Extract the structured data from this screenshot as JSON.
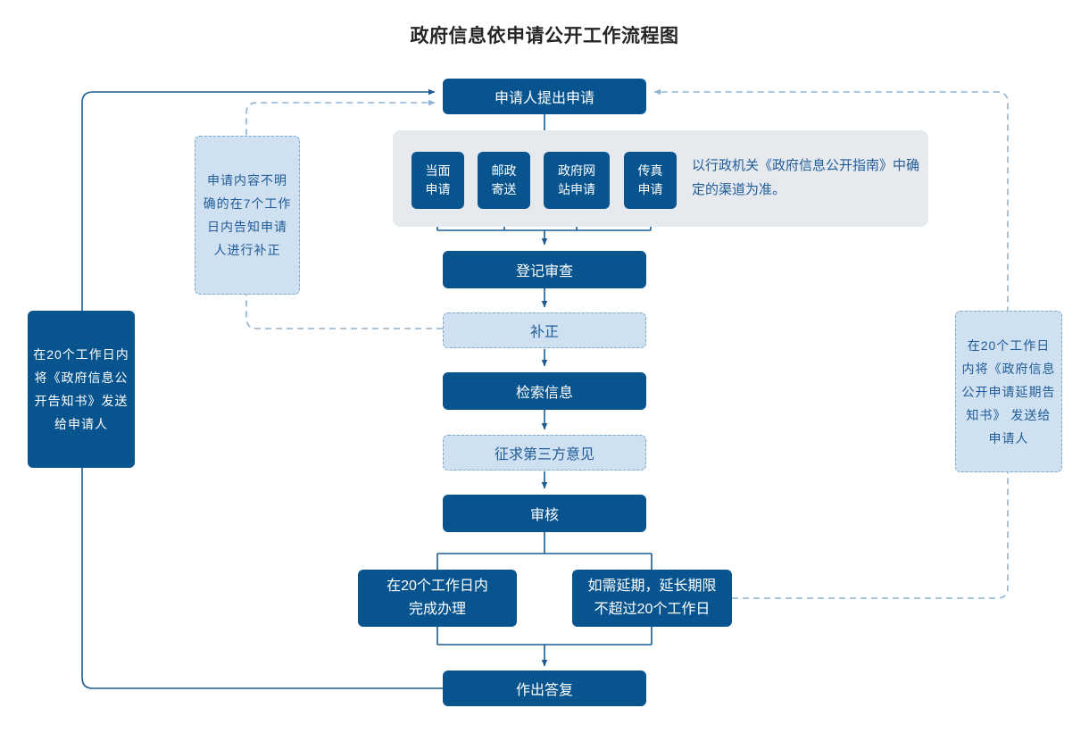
{
  "title": "政府信息依申请公开工作流程图",
  "colors": {
    "primary": "#08548f",
    "light": "#cfe0f0",
    "panel": "#e6eaef",
    "line": "#1a5c93",
    "dashed": "#8fb3d0",
    "light_text": "#1f5c99"
  },
  "flow": {
    "apply": "申请人提出申请",
    "channels": [
      "当面\n申请",
      "邮政\n寄送",
      "政府网\n站申请",
      "传真\n申请"
    ],
    "channel_note": "以行政机关《政府信息公开指南》中确定的渠道为准。",
    "register": "登记审查",
    "supplement": "补正",
    "retrieve": "检索信息",
    "third_party": "征求第三方意见",
    "review": "审核",
    "complete_20": "在20个工作日内\n完成办理",
    "extend": "如需延期，延长期限\n不超过20个工作日",
    "reply": "作出答复"
  },
  "notes": {
    "supplement_note": "申请内容不明确的在7个工作日内告知申请人进行补正",
    "left_note": "在20个工作日内将《政府信息公开告知书》发送给申请人",
    "right_note": "在20个工作日内将《政府信息公开申请延期告知书》 发送给申请人"
  }
}
